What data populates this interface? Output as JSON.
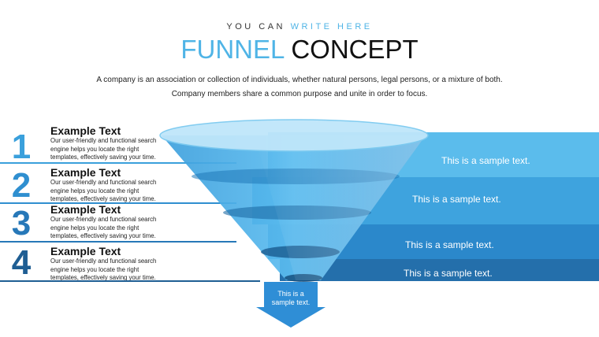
{
  "header": {
    "kicker_plain": "YOU CAN",
    "kicker_accent": "WRITE HERE",
    "title_accent": "FUNNEL",
    "title_plain": "CONCEPT",
    "description": "A company is an association or collection of individuals, whether natural persons, legal persons, or a mixture of both. Company members share a common purpose and unite in order to focus."
  },
  "items": [
    {
      "number": "1",
      "title": "Example Text",
      "body": "Our user-friendly and functional search engine helps you locate the right templates, effectively saving your time.",
      "band_text": "This is a sample text."
    },
    {
      "number": "2",
      "title": "Example Text",
      "body": "Our user-friendly and functional search engine helps you locate the right templates, effectively saving your time.",
      "band_text": "This is a sample text."
    },
    {
      "number": "3",
      "title": "Example Text",
      "body": "Our user-friendly and functional search engine helps you locate the right templates, effectively saving your time.",
      "band_text": "This is a sample text."
    },
    {
      "number": "4",
      "title": "Example Text",
      "body": "Our user-friendly and functional search engine helps you locate the right templates, effectively saving your time.",
      "band_text": "This is a sample text."
    }
  ],
  "arrow_text": "This is a sample text.",
  "colors": {
    "accent": "#4fb4e6",
    "band1": "#5bbcec",
    "band2": "#3ea3de",
    "band3": "#2b88cb",
    "band4": "#246fab",
    "number1": "#3aa0dc",
    "number2": "#2f8fd0",
    "number3": "#2778b8",
    "number4": "#1f5e93"
  }
}
